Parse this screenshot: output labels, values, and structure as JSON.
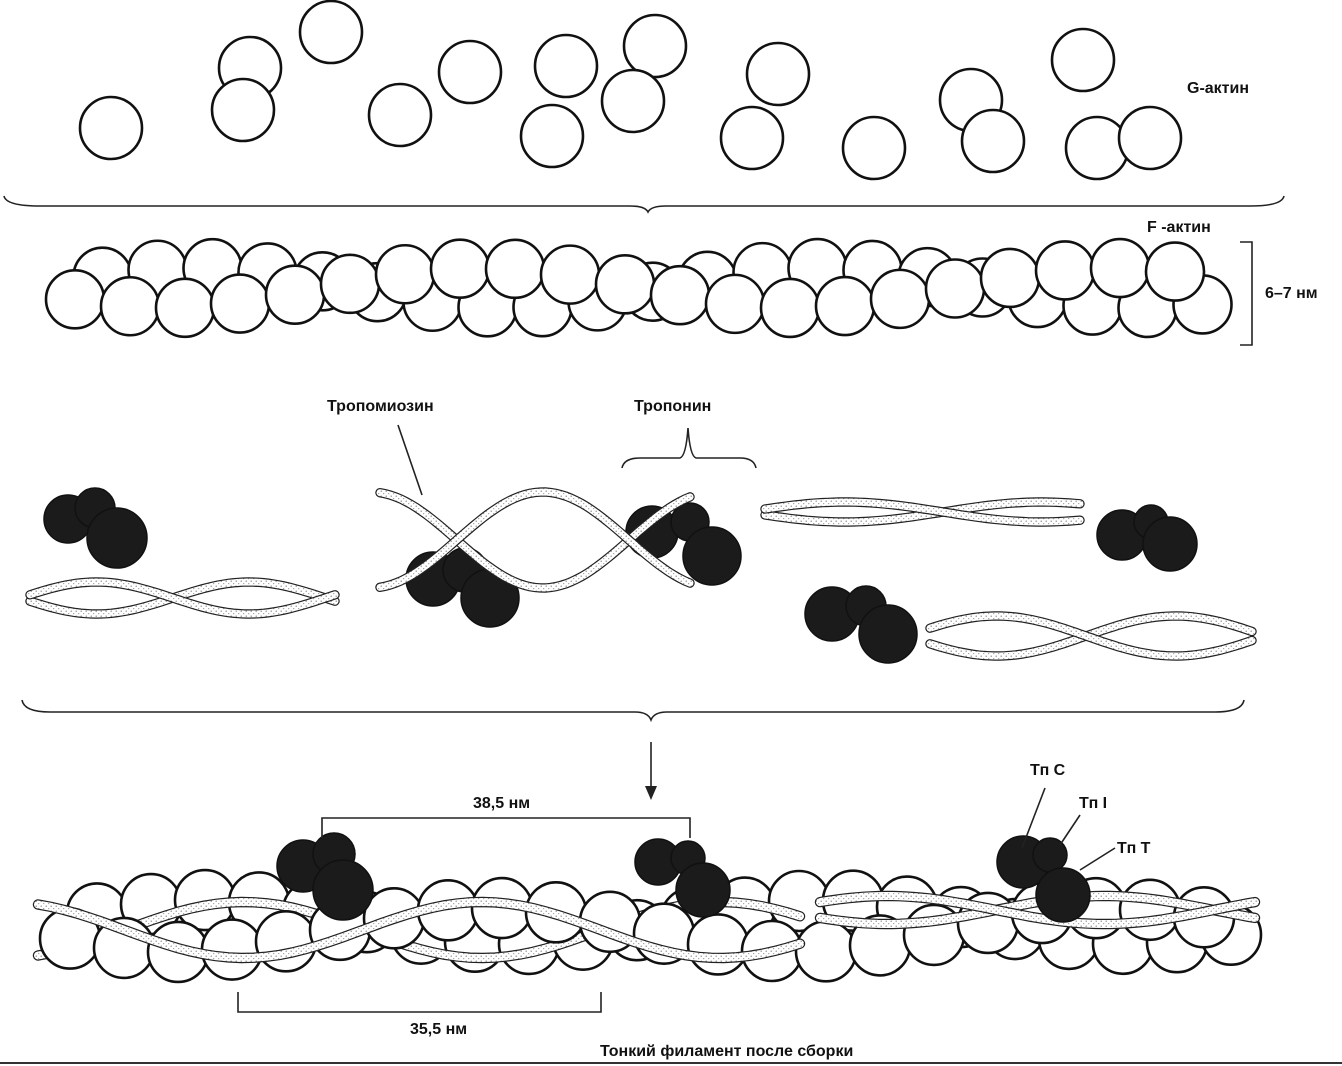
{
  "labels": {
    "g_actin": "G-актин",
    "f_actin": "F -актин",
    "f_actin_size": "6–7 нм",
    "tropomyosin": "Тропомиозин",
    "troponin": "Тропонин",
    "span_top": "38,5 нм",
    "span_bottom": "35,5 нм",
    "tn_c": "Тп С",
    "tn_i": "Тп I",
    "tn_t": "Тп Т",
    "caption": "Тонкий филамент после сборки"
  },
  "colors": {
    "ink": "#111111",
    "background": "#ffffff",
    "troponin_fill": "#1b1b1b",
    "tropomyosin_stipple": "#9a9a9a"
  }
}
